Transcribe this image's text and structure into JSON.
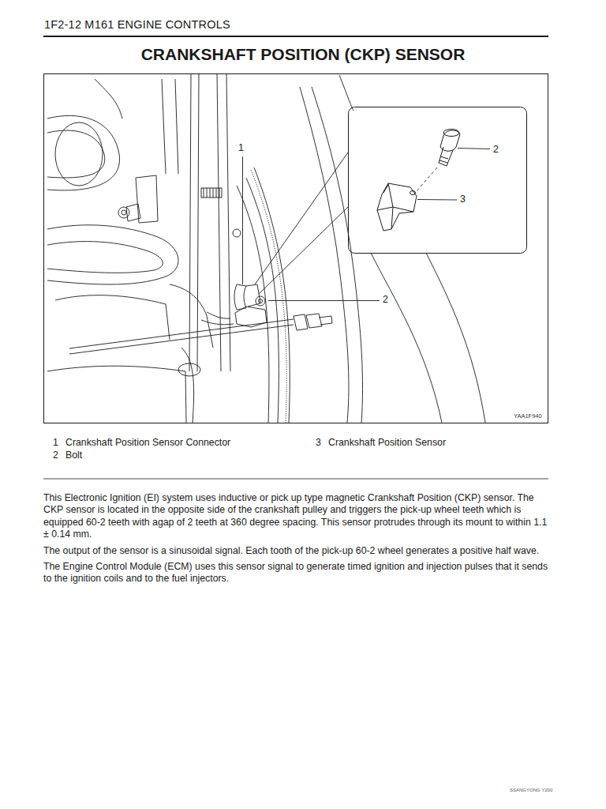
{
  "diagram": {
    "title": "CRANKSHAFT POSITION (CKP) SENSOR",
    "labels": [
      "1F2-12 M161 ENGINE CONTROLS",
      "1",
      "2",
      "3",
      "2",
      "YAA1F940",
      "1",
      "Crankshaft Position Sensor Connector",
      "2",
      "Bolt",
      "3",
      "Crankshaft Position Sensor",
      "This Electronic Ignition (EI) system uses inductive or pick up type magnetic Crankshaft Position (CKP) sensor. The CKP sensor is located in the opposite side of the crankshaft pulley and triggers the pick-up wheel teeth which is equipped 60-2 teeth with agap of 2 teeth at 360 degree spacing. This sensor protrudes through its mount to within 1.1 ± 0.14 mm.",
      "The output of the sensor is a sinusoidal signal. Each tooth of the pick-up 60-2 wheel generates a positive half wave.",
      "The Engine Control Module (ECM) uses this sensor signal to generate timed ignition and injection pulses that it sends to the ignition coils and to the fuel injectors.",
      "SSANGYONG Y200"
    ]
  }
}
